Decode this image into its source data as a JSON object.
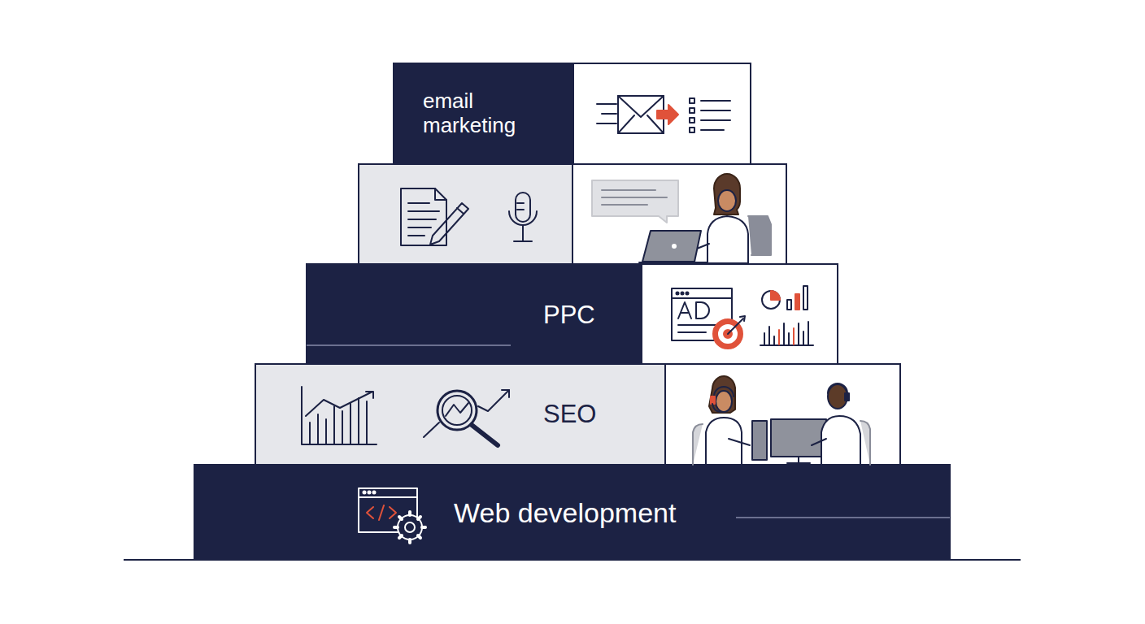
{
  "diagram": {
    "nodes": [
      {
        "text": [
          "email marketing"
        ]
      },
      {
        "text": [
          "PPC"
        ]
      },
      {
        "text": [
          "SEO"
        ]
      },
      {
        "text": [
          "Web development"
        ]
      }
    ]
  }
}
